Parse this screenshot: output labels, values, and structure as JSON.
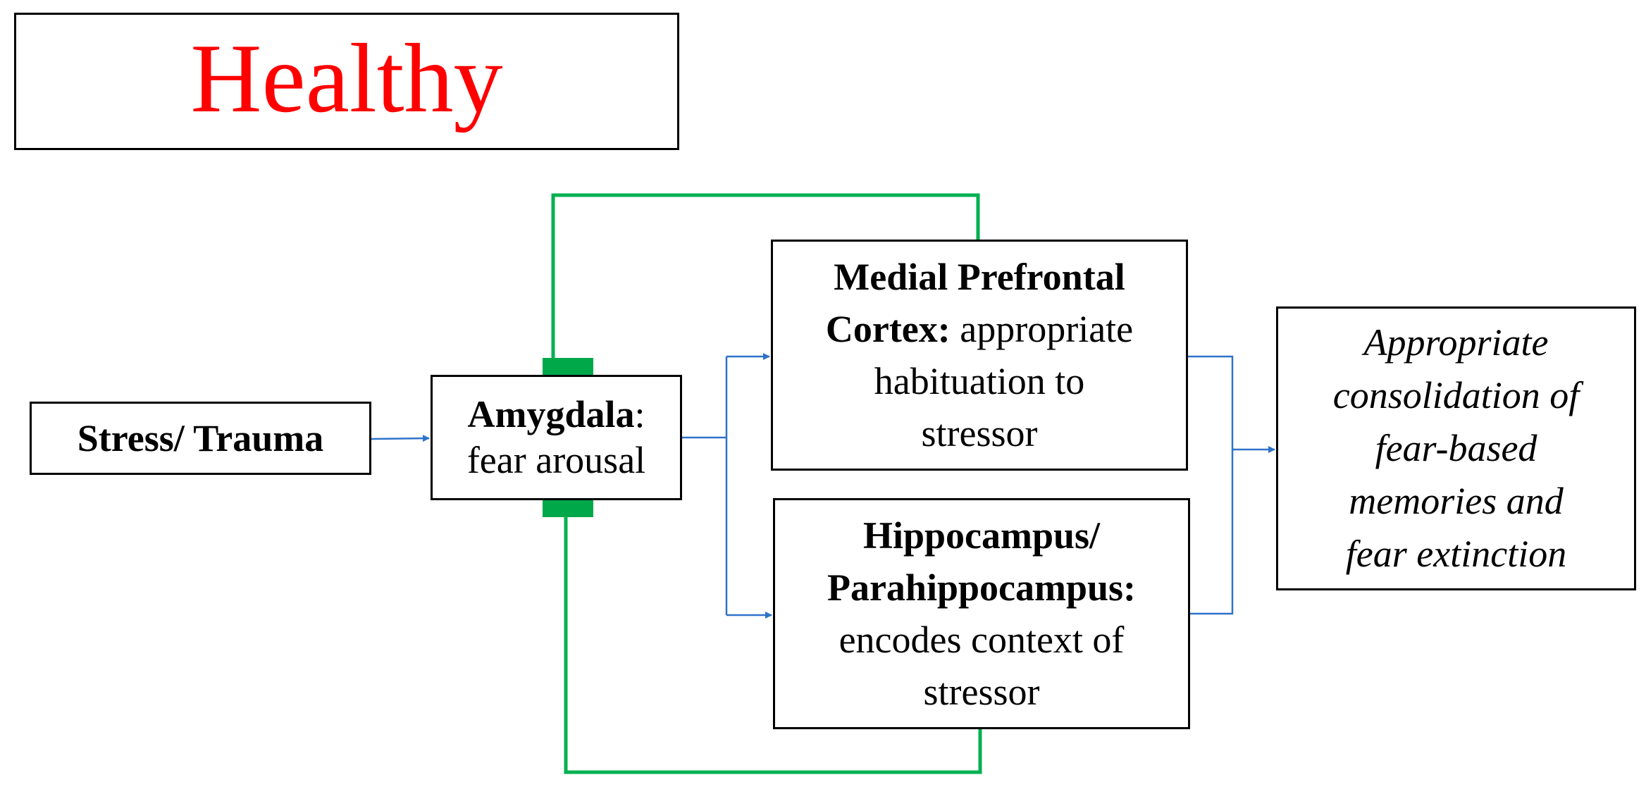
{
  "title": "Healthy",
  "nodes": {
    "stress": {
      "label": "Stress/ Trauma"
    },
    "amygdala": {
      "bold": "Amygdala",
      "colon": ":",
      "line2": "fear arousal"
    },
    "mpfc": {
      "line1": "Medial Prefrontal",
      "line2_bold": "Cortex:",
      "line2_rest": " appropriate",
      "line3": "habituation to",
      "line4": "stressor"
    },
    "hippocampus": {
      "line1": "Hippocampus/",
      "line2": "Parahippocampus:",
      "line3": "encodes context of",
      "line4": "stressor"
    },
    "outcome": {
      "line1": "Appropriate",
      "line2": "consolidation of",
      "line3": "fear-based",
      "line4": "memories and",
      "line5": "fear extinction"
    }
  },
  "colors": {
    "title": "#ff0000",
    "arrow": "#2f72c9",
    "feedback": "#00b050",
    "inhibitory_bar": "#00a84a"
  }
}
